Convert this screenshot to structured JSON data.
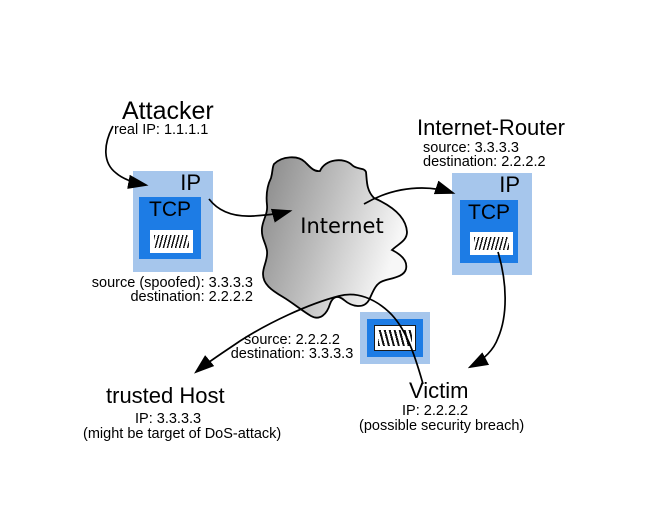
{
  "diagram": {
    "attacker": {
      "title": "Attacker",
      "detail": "real IP: 1.1.1.1"
    },
    "internet_router": {
      "title": "Internet-Router",
      "source": "source: 3.3.3.3",
      "destination": "destination: 2.2.2.2"
    },
    "internet_cloud": {
      "label": "Internet"
    },
    "spoofed_packet_info": {
      "source": "source (spoofed): 3.3.3.3",
      "destination": "destination: 2.2.2.2"
    },
    "reply_packet_info": {
      "source": "source: 2.2.2.2",
      "destination": "destination: 3.3.3.3"
    },
    "trusted_host": {
      "title": "trusted Host",
      "ip": "IP: 3.3.3.3",
      "note": "(might be target of DoS-attack)"
    },
    "victim": {
      "title": "Victim",
      "ip": "IP: 2.2.2.2",
      "note": "(possible security breach)"
    },
    "packet_labels": {
      "ip": "IP",
      "tcp": "TCP"
    },
    "icons": {
      "packet_payload": "diagonal-hatch-icon",
      "arrowhead": "filled-triangle-arrowhead-icon"
    },
    "colors": {
      "packet_outer": "#a6c6ec",
      "packet_inner": "#1d7ce5",
      "cloud_dark": "#878787",
      "cloud_mid": "#bdbdbd",
      "cloud_light": "#f7f7f7",
      "arrow": "#000000",
      "text": "#000000"
    }
  }
}
